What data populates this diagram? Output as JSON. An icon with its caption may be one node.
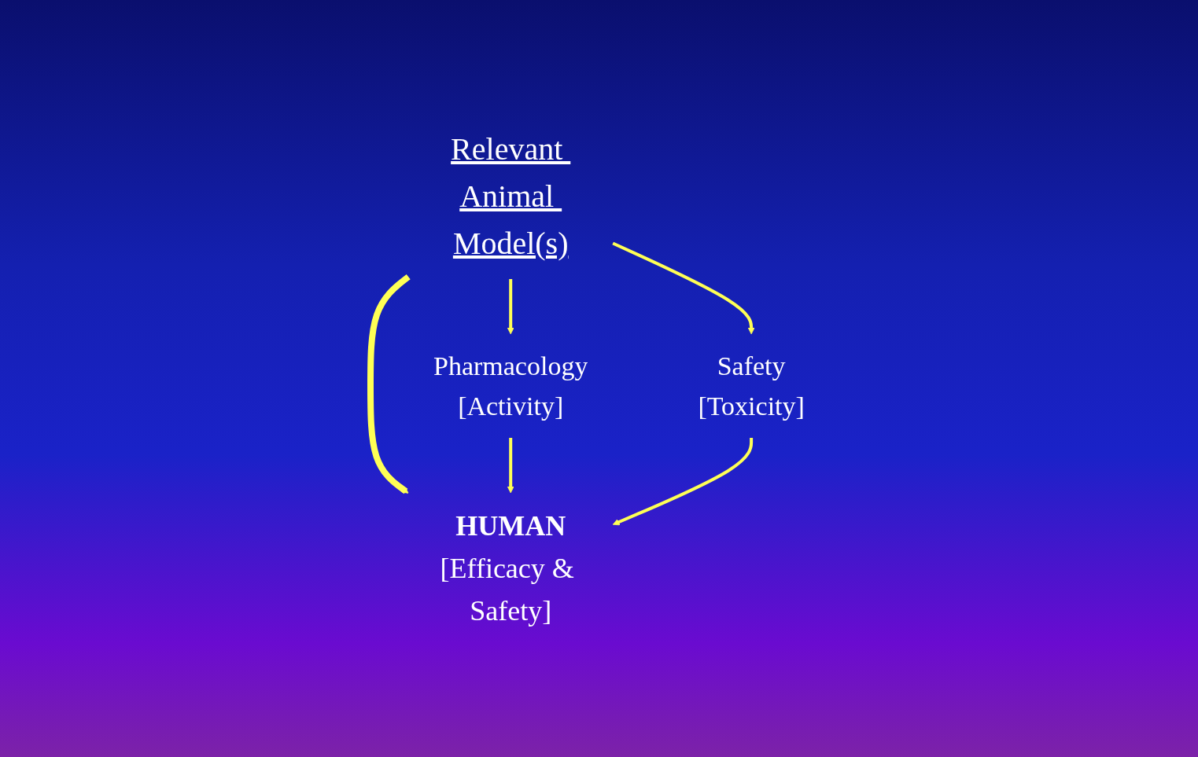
{
  "diagram": {
    "nodes": [
      {
        "text": [
          "Relevant Animal Model(s)"
        ]
      },
      {
        "text": [
          "Pharmacology",
          "[Activity]"
        ]
      },
      {
        "text": [
          "Safety",
          "[Toxicity]"
        ]
      },
      {
        "text": [
          "HUMAN",
          "[Efficacy & Safety]"
        ]
      }
    ],
    "edges": [
      {
        "from": 0,
        "to": 1,
        "arrow": "to"
      },
      {
        "from": 0,
        "to": 3,
        "arrow": "to",
        "style": "thick"
      },
      {
        "from": 0,
        "to": 2,
        "arrow": "to"
      },
      {
        "from": 1,
        "to": 3,
        "arrow": "to"
      },
      {
        "from": 2,
        "to": 3,
        "arrow": "to"
      }
    ]
  }
}
